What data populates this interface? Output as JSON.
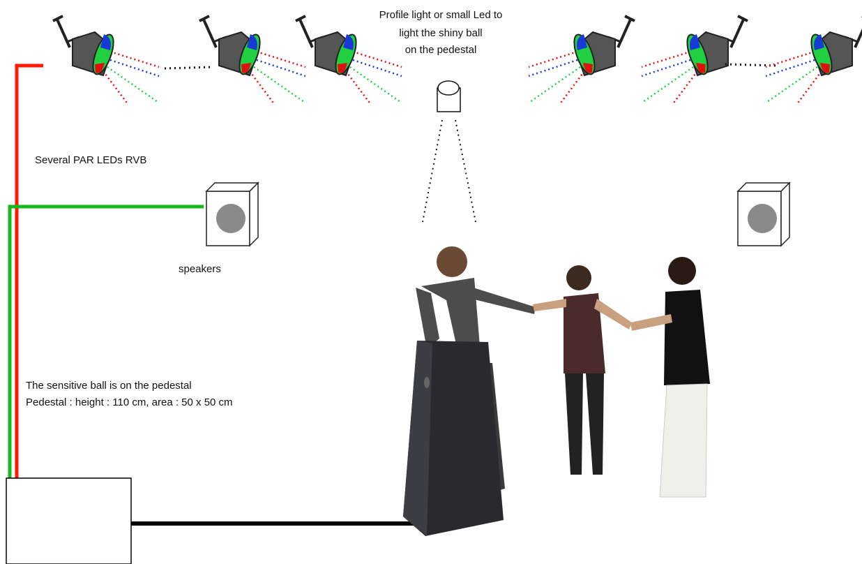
{
  "labels": {
    "profile_light_line1": "Profile light or small Led to",
    "profile_light_line2": "light the shiny ball",
    "profile_light_line3": "on the pedestal",
    "par_leds": "Several PAR LEDs RVB",
    "speakers": "speakers",
    "pedestal_line1": "The sensitive ball is on the pedestal",
    "pedestal_line2": "Pedestal : height : 110 cm, area : 50 x 50 cm"
  },
  "colors": {
    "cable_light": "#ff1a00",
    "cable_audio": "#19b719",
    "cable_pedestal": "#000000",
    "led_red": "#e01010",
    "led_green": "#20d040",
    "led_blue": "#1a3ad8",
    "fixture_body": "#555555",
    "speaker_cone": "#8a8a8a",
    "pedestal": "#2a2a2e"
  },
  "icons": [
    "par-led-fixture-icon",
    "profile-light-icon",
    "speaker-icon",
    "pedestal",
    "control-box",
    "person-figure"
  ]
}
